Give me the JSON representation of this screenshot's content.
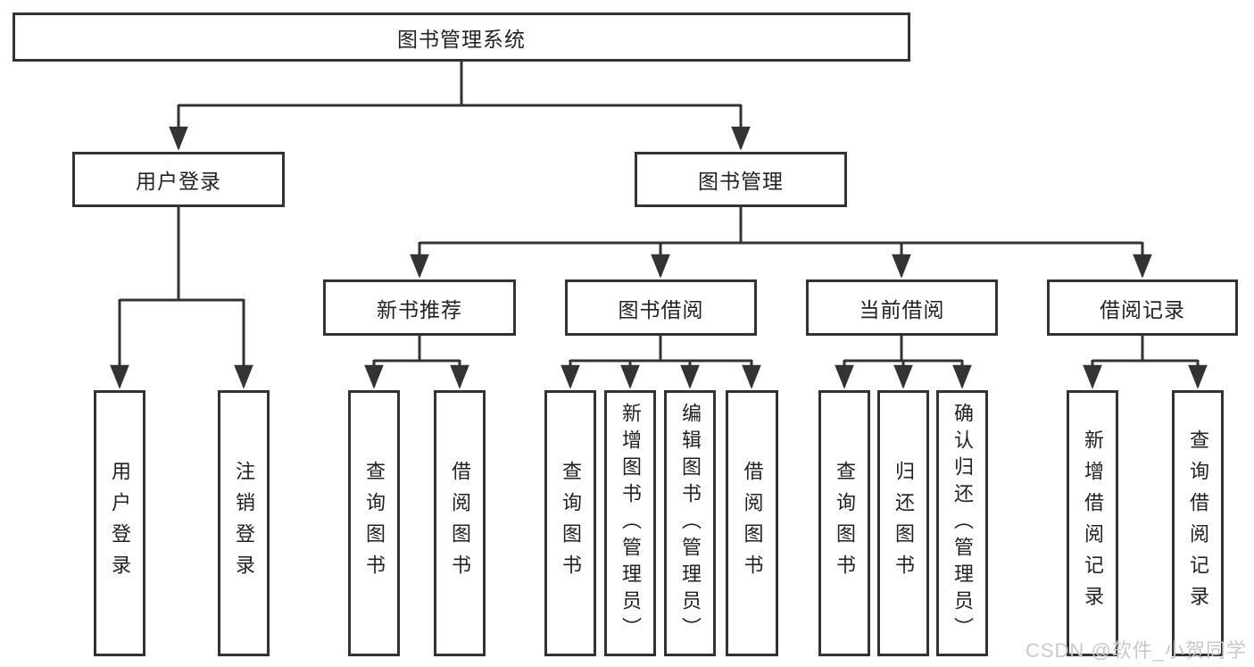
{
  "diagram": {
    "root": {
      "label": "图书管理系统"
    },
    "branches": [
      {
        "label": "用户登录"
      },
      {
        "label": "图书管理"
      }
    ],
    "modules": [
      {
        "label": "新书推荐"
      },
      {
        "label": "图书借阅"
      },
      {
        "label": "当前借阅"
      },
      {
        "label": "借阅记录"
      }
    ],
    "leaves": [
      {
        "label": "用户登录"
      },
      {
        "label": "注销登录"
      },
      {
        "label": "查询图书"
      },
      {
        "label": "借阅图书"
      },
      {
        "label": "查询图书"
      },
      {
        "label": "新增图书（管理员）"
      },
      {
        "label": "编辑图书（管理员）"
      },
      {
        "label": "借阅图书"
      },
      {
        "label": "查询图书"
      },
      {
        "label": "归还图书"
      },
      {
        "label": "确认归还（管理员）"
      },
      {
        "label": "新增借阅记录"
      },
      {
        "label": "查询借阅记录"
      }
    ]
  },
  "colors": {
    "line": "#333333",
    "text": "#222222",
    "watermark": "#c9c9c9",
    "background": "#ffffff"
  },
  "watermark": {
    "text": "CSDN @软件_小贺同学"
  }
}
